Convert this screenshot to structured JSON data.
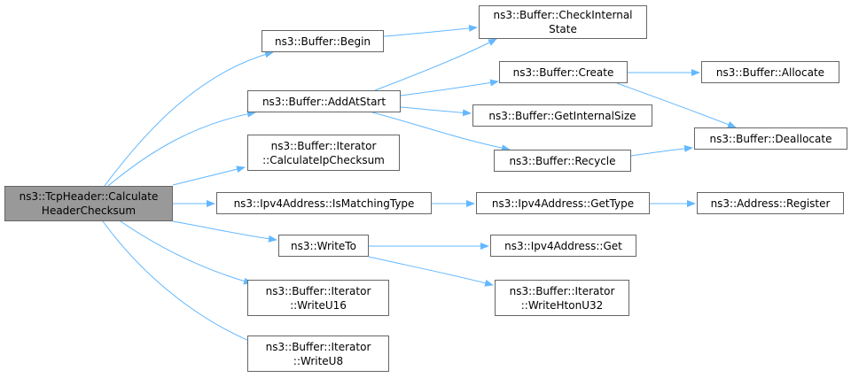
{
  "graph": {
    "edge_color": "#63b8ff",
    "root_fill": "#999999",
    "node_border": "#666666",
    "nodes": [
      {
        "id": "root",
        "lines": [
          "ns3::TcpHeader::Calculate",
          "HeaderChecksum"
        ],
        "root": true
      },
      {
        "id": "begin",
        "lines": [
          "ns3::Buffer::Begin"
        ]
      },
      {
        "id": "addatstart",
        "lines": [
          "ns3::Buffer::AddAtStart"
        ]
      },
      {
        "id": "calcip",
        "lines": [
          "ns3::Buffer::Iterator",
          "::CalculateIpChecksum"
        ]
      },
      {
        "id": "ismatching",
        "lines": [
          "ns3::Ipv4Address::IsMatchingType"
        ]
      },
      {
        "id": "writeto",
        "lines": [
          "ns3::WriteTo"
        ]
      },
      {
        "id": "writeu16",
        "lines": [
          "ns3::Buffer::Iterator",
          "::WriteU16"
        ]
      },
      {
        "id": "writeu8",
        "lines": [
          "ns3::Buffer::Iterator",
          "::WriteU8"
        ]
      },
      {
        "id": "checkinternal",
        "lines": [
          "ns3::Buffer::CheckInternal",
          "State"
        ]
      },
      {
        "id": "create",
        "lines": [
          "ns3::Buffer::Create"
        ]
      },
      {
        "id": "getinternalsize",
        "lines": [
          "ns3::Buffer::GetInternalSize"
        ]
      },
      {
        "id": "recycle",
        "lines": [
          "ns3::Buffer::Recycle"
        ]
      },
      {
        "id": "gettype",
        "lines": [
          "ns3::Ipv4Address::GetType"
        ]
      },
      {
        "id": "get",
        "lines": [
          "ns3::Ipv4Address::Get"
        ]
      },
      {
        "id": "writehtonu32",
        "lines": [
          "ns3::Buffer::Iterator",
          "::WriteHtonU32"
        ]
      },
      {
        "id": "allocate",
        "lines": [
          "ns3::Buffer::Allocate"
        ]
      },
      {
        "id": "deallocate",
        "lines": [
          "ns3::Buffer::Deallocate"
        ]
      },
      {
        "id": "register",
        "lines": [
          "ns3::Address::Register"
        ]
      }
    ],
    "edges": [
      [
        "root",
        "begin"
      ],
      [
        "root",
        "addatstart"
      ],
      [
        "root",
        "calcip"
      ],
      [
        "root",
        "ismatching"
      ],
      [
        "root",
        "writeto"
      ],
      [
        "root",
        "writeu16"
      ],
      [
        "root",
        "writeu8"
      ],
      [
        "begin",
        "checkinternal"
      ],
      [
        "addatstart",
        "checkinternal"
      ],
      [
        "addatstart",
        "create"
      ],
      [
        "addatstart",
        "getinternalsize"
      ],
      [
        "addatstart",
        "recycle"
      ],
      [
        "create",
        "allocate"
      ],
      [
        "create",
        "deallocate"
      ],
      [
        "recycle",
        "deallocate"
      ],
      [
        "ismatching",
        "gettype"
      ],
      [
        "gettype",
        "register"
      ],
      [
        "writeto",
        "get"
      ],
      [
        "writeto",
        "writehtonu32"
      ]
    ]
  }
}
